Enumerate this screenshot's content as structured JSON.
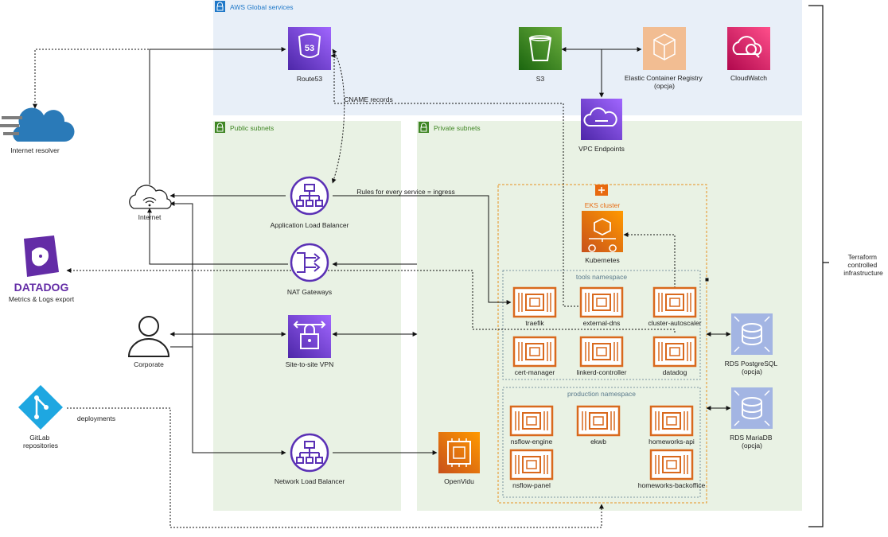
{
  "groups": {
    "global": "AWS Global services",
    "public": "Public subnets",
    "private": "Private subnets",
    "eks": "EKS cluster",
    "tools_ns": "tools namespace",
    "prod_ns": "production namespace"
  },
  "nodes": {
    "route53": "Route53",
    "route53_badge": "53",
    "s3": "S3",
    "ecr": [
      "Elastic Container Registry",
      "(opcja)"
    ],
    "cloudwatch": "CloudWatch",
    "vpc_endpoints": "VPC Endpoints",
    "internet_resolver": "Internet resolver",
    "internet": "Internet",
    "datadog_logo": "DATADOG",
    "datadog_export": "Metrics & Logs export",
    "corporate": "Corporate",
    "gitlab": [
      "GitLab",
      "repositories"
    ],
    "alb": "Application Load Balancer",
    "nat": "NAT Gateways",
    "vpn": "Site-to-site VPN",
    "nlb": "Network Load Balancer",
    "openvidu": "OpenVidu",
    "kubernetes": "Kubernetes",
    "rds_postgres": [
      "RDS PostgreSQL",
      "(opcja)"
    ],
    "rds_mariadb": [
      "RDS MariaDB",
      "(opcja)"
    ],
    "terraform": [
      "Terraform",
      "controlled",
      "infrastructure"
    ]
  },
  "pods": {
    "traefik": "traefik",
    "external_dns": "external-dns",
    "cluster_autoscaler": "cluster-autoscaler",
    "cert_manager": "cert-manager",
    "linkerd_controller": "linkerd-controller",
    "datadog": "datadog",
    "nsflow_engine": "nsflow-engine",
    "ekwb": "ekwb",
    "homeworks_api": "homeworks-api",
    "nsflow_panel": "nsflow-panel",
    "homeworks_backoffice": "homeworks-backoffice"
  },
  "edge_labels": {
    "cname": "CNAME records",
    "ingress_rules": "Rules for every service = ingress",
    "deployments": "deployments"
  },
  "colors": {
    "global_bg": "#e8eff8",
    "subnet_bg": "#e9f2e4",
    "aws_blue": "#1f78c8",
    "green_label": "#3f8624",
    "purple_icon": "#7b3fe4",
    "orange_icon": "#e86a10",
    "storage_green": "#3f8624",
    "ecr_orange": "#f0b080",
    "cloudwatch_pink": "#e7157b",
    "rds_blue": "#a0b4e0",
    "datadog_purple": "#632ca6"
  }
}
